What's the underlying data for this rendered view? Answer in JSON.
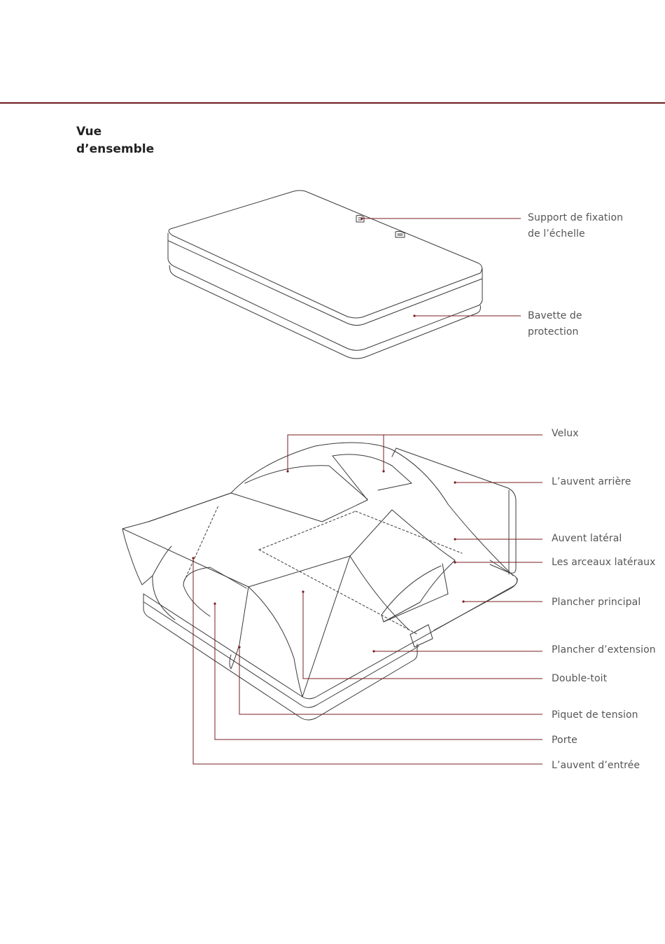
{
  "title": "Vue\nd’ensemble",
  "accent_color": "#7a1d22",
  "closed_labels": {
    "ladder_support_line1": "Support de fixation",
    "ladder_support_line2": "de l’échelle",
    "protective_flap_line1": "Bavette de",
    "protective_flap_line2": "protection"
  },
  "open_labels": {
    "velux": "Velux",
    "rear_awning": "L’auvent arrière",
    "side_awning": "Auvent latéral",
    "side_poles": "Les arceaux latéraux",
    "main_floor": "Plancher principal",
    "extension_floor": "Plancher d’extension",
    "fly_sheet": "Double-toit",
    "tension_peg": "Piquet de tension",
    "door": "Porte",
    "entry_awning": "L’auvent d’entrée"
  }
}
